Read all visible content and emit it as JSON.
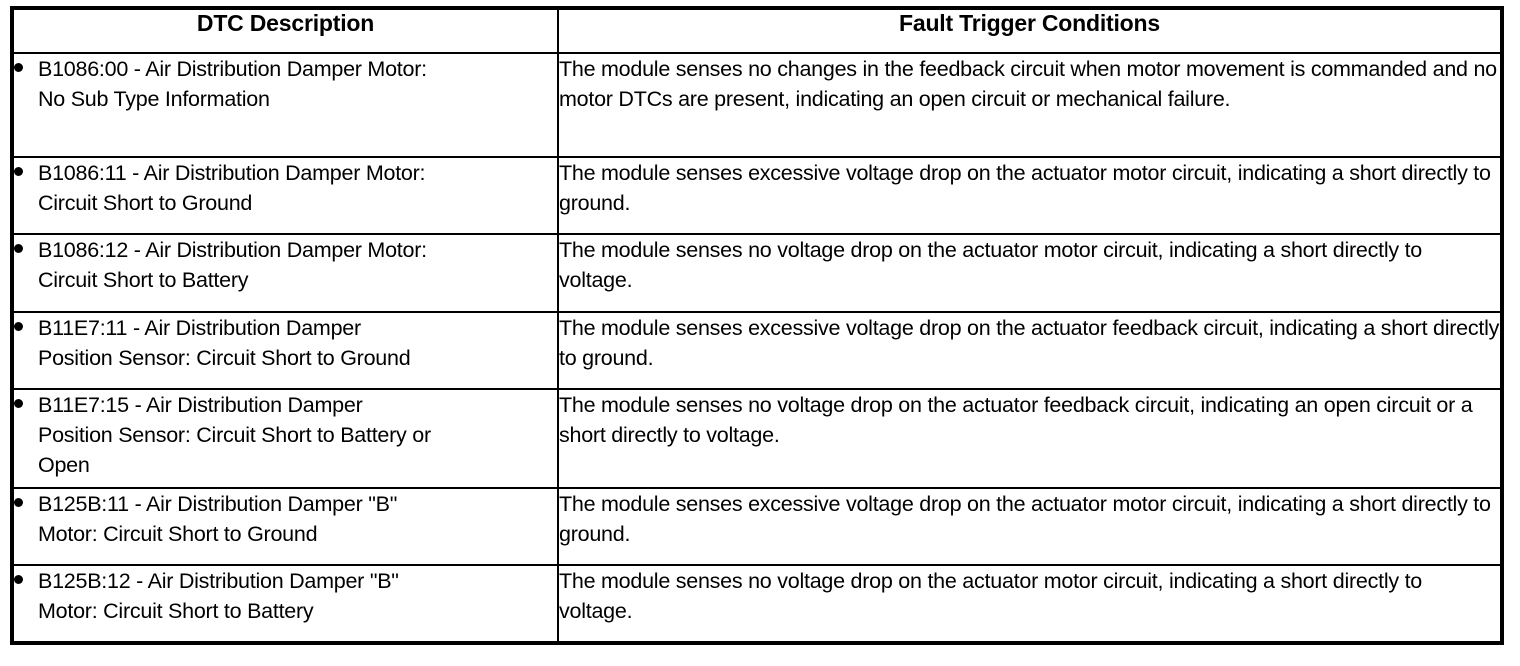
{
  "table": {
    "headers": {
      "description": "DTC Description",
      "conditions": "Fault Trigger Conditions"
    },
    "bullet_glyph": "•",
    "border_color": "#000000",
    "text_color": "#000000",
    "background_color": "#ffffff",
    "rows": [
      {
        "description": "B1086:00 - Air Distribution Damper Motor:\nNo Sub Type Information",
        "condition": "The module senses no changes in the feedback circuit when motor movement is commanded and no motor DTCs are present, indicating an open circuit or mechanical failure."
      },
      {
        "description": "B1086:11 - Air Distribution Damper Motor:\nCircuit Short to Ground",
        "condition": "The module senses excessive voltage drop on the actuator motor circuit, indicating a short directly to ground."
      },
      {
        "description": "B1086:12 - Air Distribution Damper Motor:\nCircuit Short to Battery",
        "condition": "The module senses no voltage drop on the actuator motor circuit, indicating a short directly to voltage."
      },
      {
        "description": "B11E7:11 - Air Distribution Damper\nPosition Sensor: Circuit Short to Ground",
        "condition": "The module senses excessive voltage drop on the actuator feedback circuit, indicating a short directly to ground."
      },
      {
        "description": "B11E7:15 - Air Distribution Damper\nPosition Sensor: Circuit Short to Battery or\nOpen",
        "condition": "The module senses no voltage drop on the actuator feedback circuit, indicating an open circuit or a short directly to voltage."
      },
      {
        "description": "B125B:11 - Air Distribution Damper \"B\"\nMotor: Circuit Short to Ground",
        "condition": "The module senses excessive voltage drop on the actuator motor circuit, indicating a short directly to ground."
      },
      {
        "description": "B125B:12 - Air Distribution Damper \"B\"\nMotor: Circuit Short to Battery",
        "condition": "The module senses no voltage drop on the actuator motor circuit, indicating a short directly to voltage."
      }
    ]
  }
}
